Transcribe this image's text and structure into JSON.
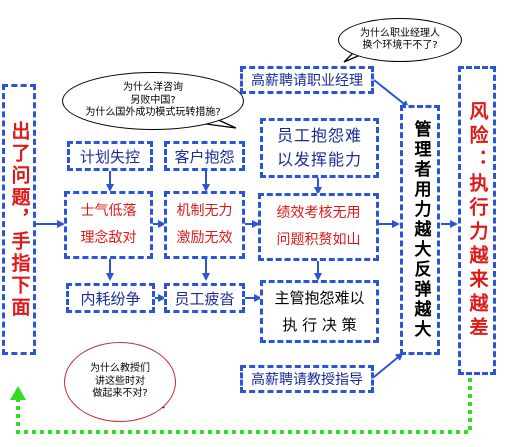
{
  "left_column": "出了问题，手指下面",
  "right_column": "风险：执行力越来越差",
  "middle_column": "管理者用力越大反弹越大",
  "top_box": "高薪聘请职业经理",
  "bottom_box": "高薪聘请教授指导",
  "grid": {
    "r1c1": "计划失控",
    "r1c2": "客户抱怨",
    "r1c3_line1": "员工抱怨难",
    "r1c3_line2": "以发挥能力",
    "r2c1_line1": "士气低落",
    "r2c1_line2": "理念敌对",
    "r2c2_line1": "机制无力",
    "r2c2_line2": "激励无效",
    "r2c3_line1": "绩效考核无用",
    "r2c3_line2": "问题积赘如山",
    "r3c1": "内耗纷争",
    "r3c2": "员工疲沓",
    "r3c3_line1": "主管抱怨难以",
    "r3c3_line2": "执 行 决 策"
  },
  "bubbles": {
    "top_right_1": "为什么职业经理人",
    "top_right_2": "换个环境干不了?",
    "top_left_1": "为什么洋咨询",
    "top_left_2": "另败中国?",
    "top_left_3": "为什么国外成功模式玩转措施?",
    "bottom_left_1": "为什么教授们",
    "bottom_left_2": "讲这些时对",
    "bottom_left_3": "做起来不对?"
  },
  "colors": {
    "border": "#2a55d8",
    "arrow": "#2a55d8",
    "loop": "#33dd22",
    "red_text": "#e01818",
    "blue_text": "#1a2c9a"
  }
}
